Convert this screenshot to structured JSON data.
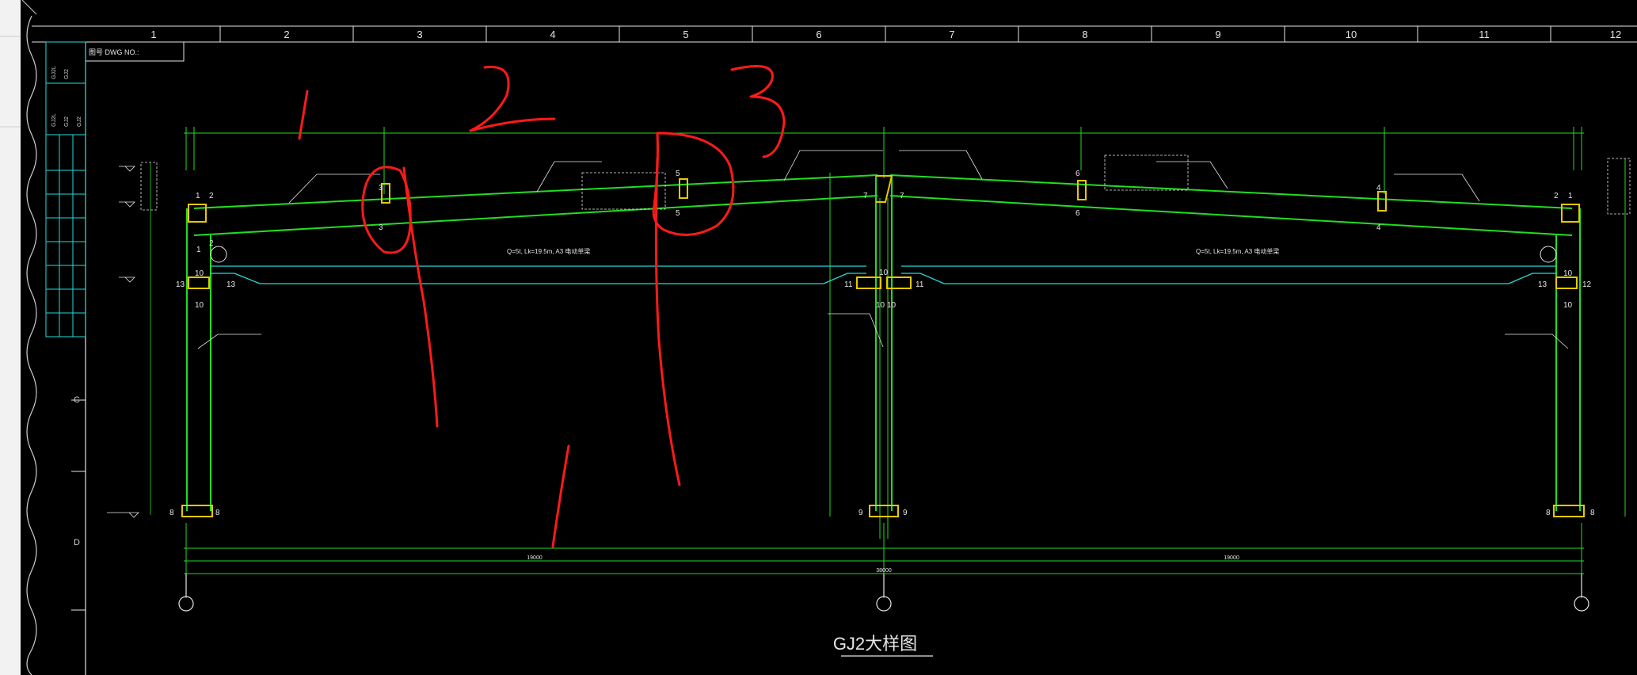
{
  "window": {
    "app": "CAD drawing viewer"
  },
  "colors": {
    "background": "#000000",
    "frame": "#e6e6e6",
    "steel": "#22dd22",
    "crane": "#22dddd",
    "node": "#e8c800",
    "markup": "#ff1a1a"
  },
  "grid_numbers": [
    "1",
    "2",
    "3",
    "4",
    "5",
    "6",
    "7",
    "8",
    "9",
    "10",
    "11",
    "12"
  ],
  "title_block": {
    "dwg_label": "图号 DWG NO.:",
    "row_letters": [
      "C",
      "D"
    ]
  },
  "drawing": {
    "title": "GJ2大样图",
    "node_numbers": {
      "n1": "1",
      "n2": "2",
      "n3": "3",
      "n4": "4",
      "n5": "5",
      "n6": "6",
      "n7": "7",
      "n8": "8",
      "n9": "9",
      "n10": "10",
      "n11": "11",
      "n12": "12",
      "n13": "13"
    },
    "crane_labels": {
      "left": "Q=5t, Lk=19.5m, A3 电动单梁",
      "right": "Q=5t, Lk=19.5m, A3 电动单梁"
    },
    "total_span": "38000",
    "half_span_left": "19000",
    "half_span_right": "19000"
  },
  "markup": {
    "labels": [
      "1",
      "2",
      "3",
      "1"
    ],
    "description": "red freehand annotations"
  }
}
